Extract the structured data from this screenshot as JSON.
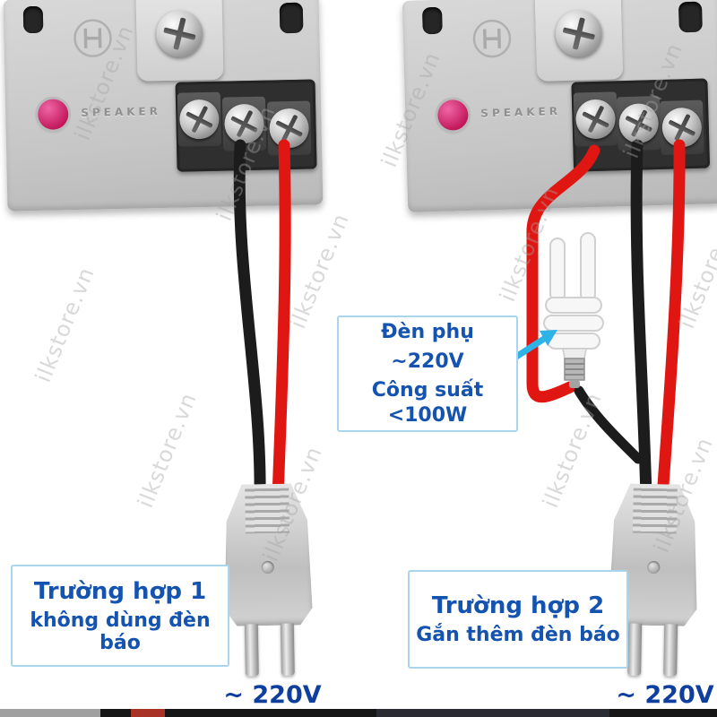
{
  "watermark": {
    "text": "ilkstore.vn"
  },
  "devices": {
    "left": {
      "button_label": "SPEAKER"
    },
    "right": {
      "button_label": "SPEAKER"
    }
  },
  "annotations": {
    "case1": {
      "title": "Trường hợp 1",
      "subtitle": "không dùng đèn báo"
    },
    "case2": {
      "title": "Trường hợp 2",
      "subtitle": "Gắn thêm đèn báo"
    },
    "lamp_note": {
      "line1": "Đèn phụ",
      "line2": "~220V",
      "line3": "Công suất <100W"
    },
    "voltage_left": "~ 220V",
    "voltage_right": "~ 220V"
  },
  "colors": {
    "wire_red": "#df1612",
    "wire_black": "#1c1c1c",
    "text_blue": "#1453b0",
    "box_border": "#a9d6ec",
    "arrow_cyan": "#2db3e6",
    "button_pink": "#c2185b"
  }
}
